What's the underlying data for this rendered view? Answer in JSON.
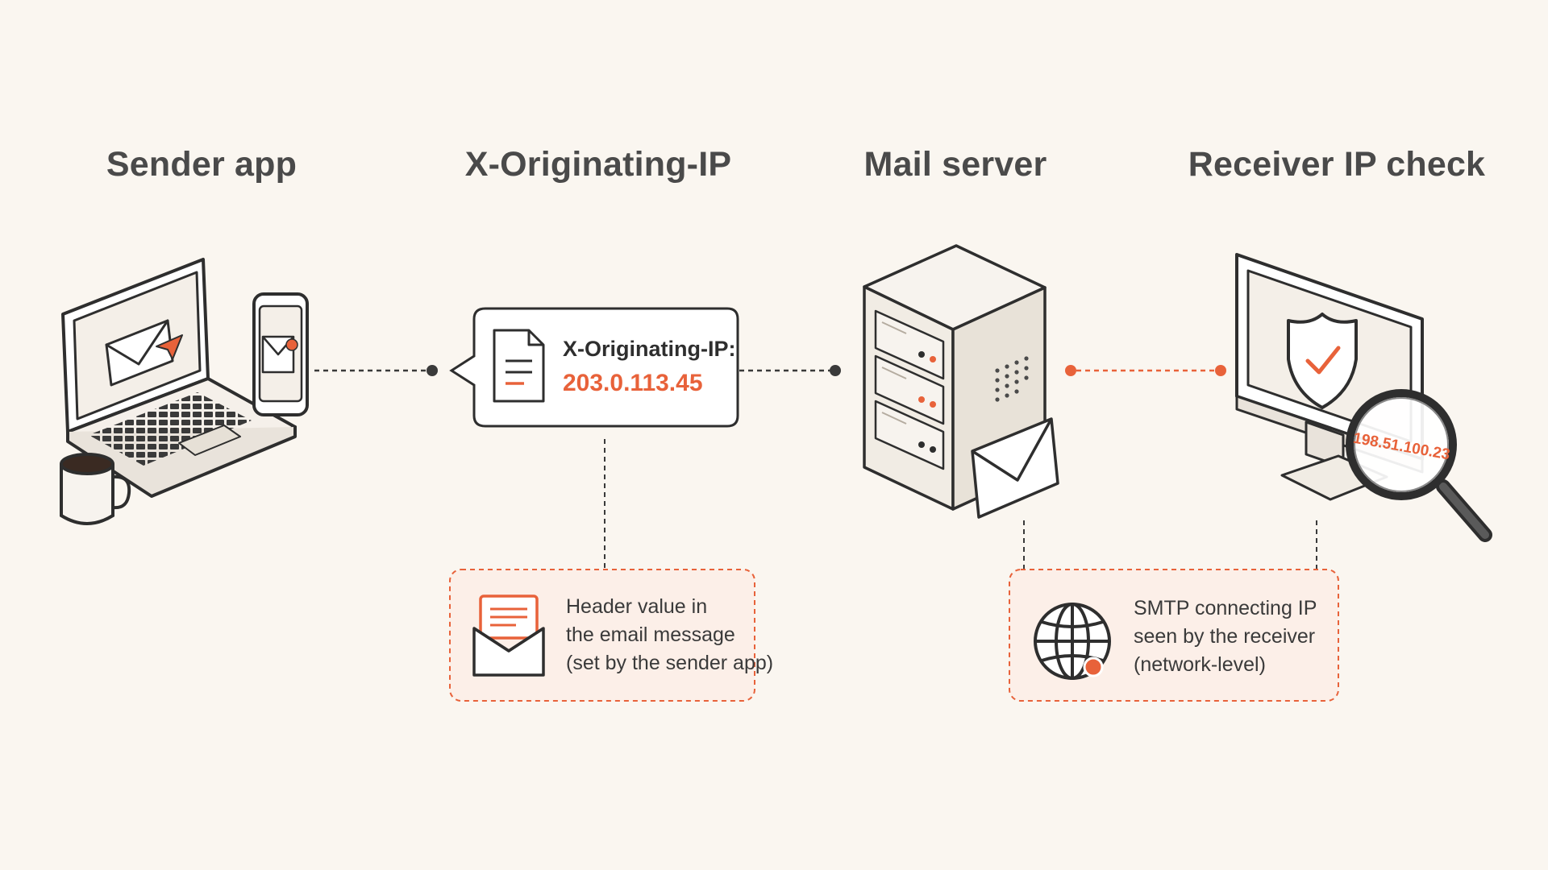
{
  "columns": {
    "sender": {
      "title": "Sender app"
    },
    "header": {
      "title": "X-Originating-IP"
    },
    "server": {
      "title": "Mail server"
    },
    "receiver": {
      "title": "Receiver IP check"
    }
  },
  "header_bubble": {
    "label": "X-Originating-IP:",
    "value": "203.0.113.45"
  },
  "receiver_check": {
    "ip": "198.51.100.23"
  },
  "notes": {
    "header_note": {
      "line1": "Header value in",
      "line2": "the email message",
      "line3": "(set by the sender app)"
    },
    "smtp_note": {
      "line1": "SMTP connecting IP",
      "line2": "seen by the receiver",
      "line3": "(network-level)"
    }
  },
  "colors": {
    "background": "#faf6f0",
    "accent": "#e8623a",
    "ink": "#2e2e2e",
    "note_fill": "#fcefe8"
  },
  "icons": [
    "laptop-icon",
    "phone-icon",
    "coffee-mug-icon",
    "document-icon",
    "server-icon",
    "envelope-icon",
    "monitor-icon",
    "shield-check-icon",
    "magnifier-icon",
    "globe-icon"
  ]
}
